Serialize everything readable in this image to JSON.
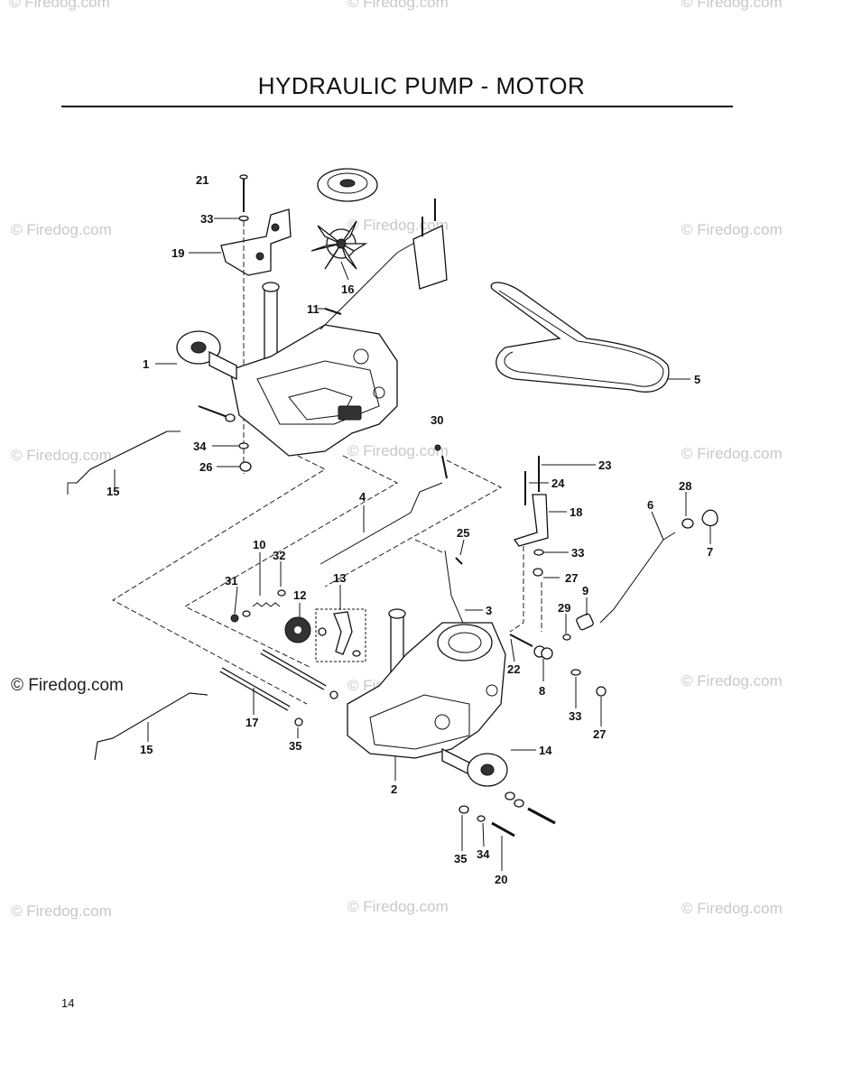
{
  "title": "HYDRAULIC PUMP - MOTOR",
  "page_number": "14",
  "watermark": {
    "text": "© Firedog.com",
    "strong_text": "© Firedog.com"
  },
  "callouts": [
    "21",
    "33",
    "19",
    "16",
    "11",
    "1",
    "5",
    "34",
    "26",
    "15",
    "30",
    "4",
    "23",
    "24",
    "18",
    "28",
    "6",
    "7",
    "10",
    "32",
    "25",
    "31",
    "12",
    "13",
    "33",
    "27",
    "3",
    "29",
    "9",
    "22",
    "8",
    "33",
    "27",
    "17",
    "35",
    "14",
    "15",
    "2",
    "35",
    "34",
    "20"
  ]
}
